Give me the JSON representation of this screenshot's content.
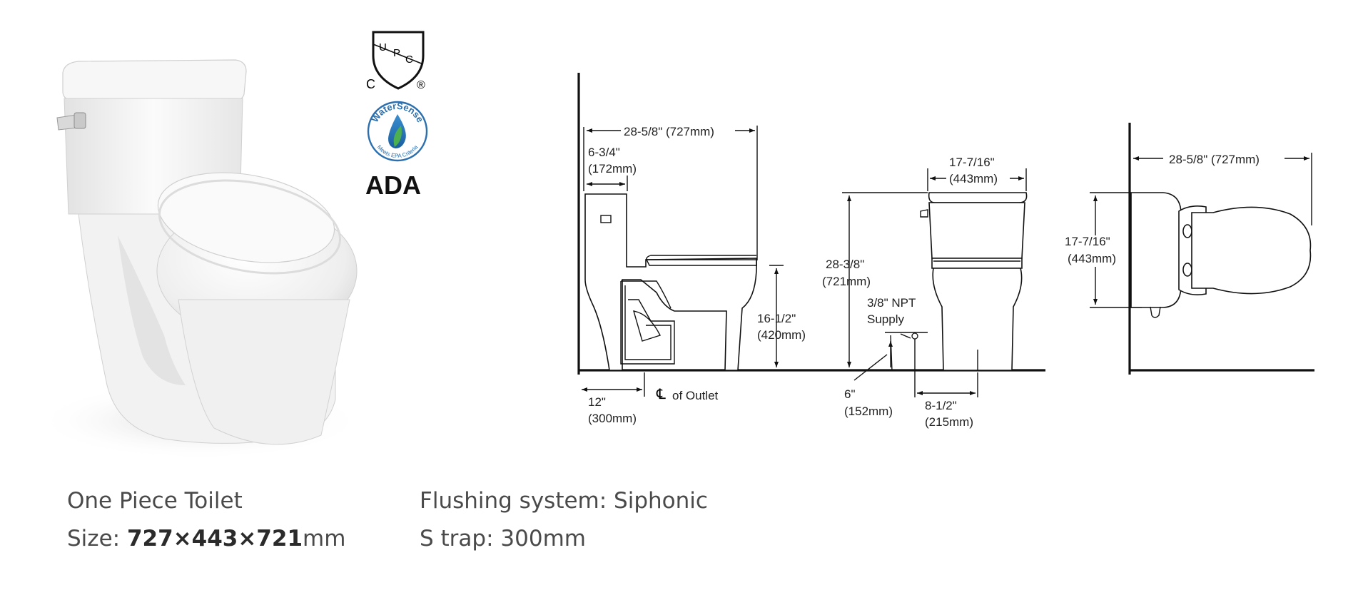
{
  "certifications": {
    "upc": {
      "c": "C",
      "letters": [
        "U",
        "P",
        "C"
      ],
      "registered": "®"
    },
    "watersense": {
      "top": "WaterSense",
      "bottom": "Meets EPA Criteria"
    },
    "ada": "ADA"
  },
  "side_view": {
    "overall_depth": "28-5/8\" (727mm)",
    "tank_depth_in": "6-3/4\"",
    "tank_depth_mm": "(172mm)",
    "seat_height_in": "16-1/2\"",
    "seat_height_mm": "(420mm)",
    "rough_in_in": "12\"",
    "rough_in_mm": "(300mm)",
    "outlet_label": "of Outlet"
  },
  "front_view": {
    "width_in": "17-7/16\"",
    "width_mm": "(443mm)",
    "height_in": "28-3/8\"",
    "height_mm": "(721mm)",
    "supply_line1": "3/8\" NPT",
    "supply_line2": "Supply",
    "supply_height_in": "6\"",
    "supply_height_mm": "(152mm)",
    "supply_offset_in": "8-1/2\"",
    "supply_offset_mm": "(215mm)"
  },
  "top_view": {
    "depth": "28-5/8\" (727mm)",
    "width_in": "17-7/16\"",
    "width_mm": "(443mm)"
  },
  "captions": {
    "product": "One Piece Toilet",
    "size_prefix": "Size: ",
    "size_value": "727×443×721",
    "size_unit": "mm",
    "flushing": "Flushing system: Siphonic",
    "trap": "S trap: 300mm"
  }
}
